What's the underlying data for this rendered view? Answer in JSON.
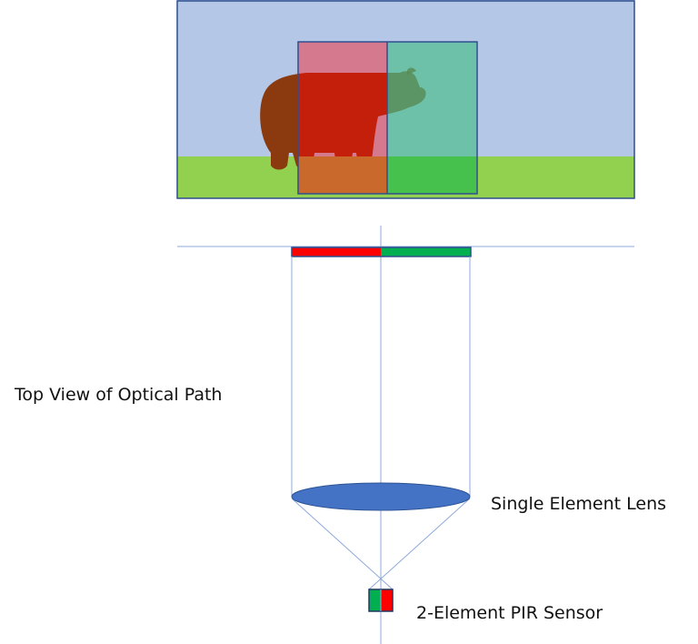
{
  "labels": {
    "view_title": "Top View of Optical Path",
    "lens": "Single Element Lens",
    "sensor": "2-Element PIR Sensor"
  },
  "colors": {
    "sky": "#b4c7e7",
    "ground": "#92d050",
    "zone_a": "#e06070",
    "zone_b": "#5abf98",
    "bear": "#8b3a0f",
    "bear_overlap": "#c41f0a",
    "element_red": "#ff0000",
    "element_green": "#00b050",
    "lens_fill": "#4472c4",
    "border": "#2f4f8f",
    "ray": "#8faadc"
  },
  "icons": [
    "bear-silhouette-icon"
  ]
}
